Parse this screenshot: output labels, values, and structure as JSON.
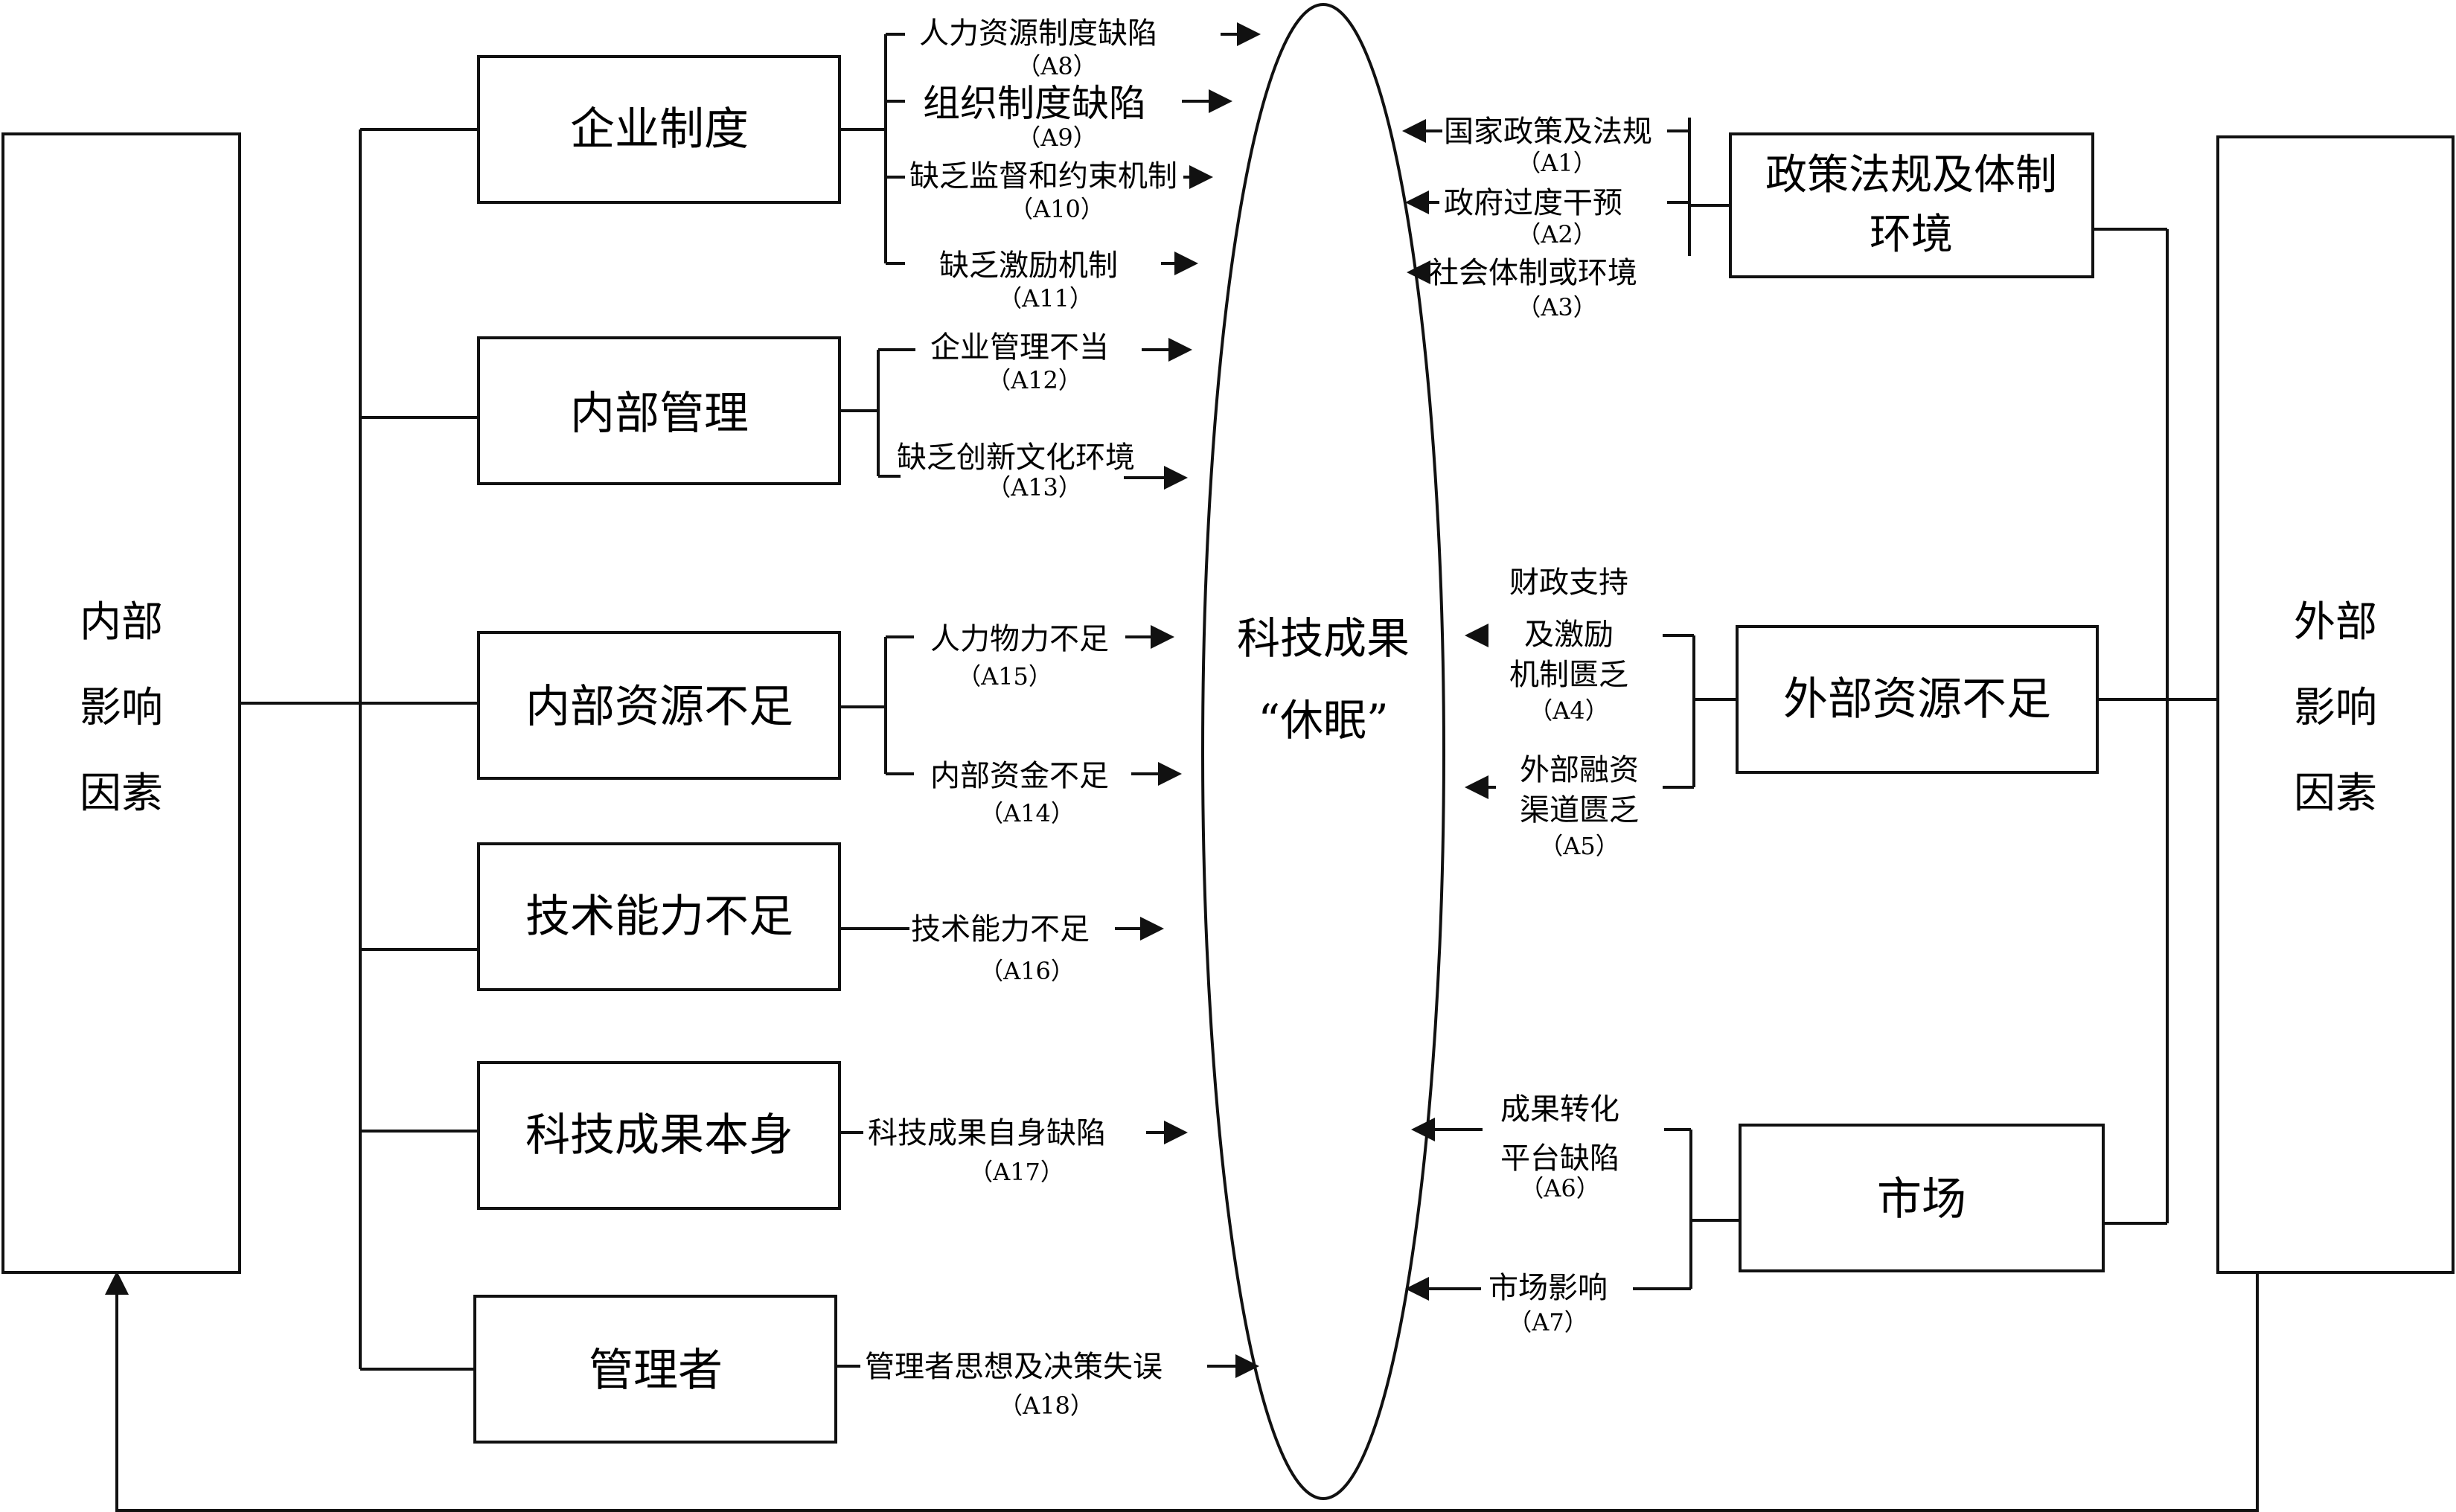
{
  "diagram": {
    "center": {
      "line1": "科技成果",
      "line2": "“休眠”"
    },
    "internal_root": {
      "lines": [
        "内部",
        "影响",
        "因素"
      ]
    },
    "external_root": {
      "lines": [
        "外部",
        "影响",
        "因素"
      ]
    },
    "internal_categories": [
      {
        "label": "企业制度",
        "factors": [
          {
            "text": "人力资源制度缺陷",
            "code": "（A8）"
          },
          {
            "text": "组织制度缺陷",
            "code": "（A9）"
          },
          {
            "text": "缺乏监督和约束机制",
            "code": "（A10）"
          },
          {
            "text": "缺乏激励机制",
            "code": "（A11）"
          }
        ]
      },
      {
        "label": "内部管理",
        "factors": [
          {
            "text": "企业管理不当",
            "code": "（A12）"
          },
          {
            "text": "缺乏创新文化环境",
            "code": "（A13）"
          }
        ]
      },
      {
        "label": "内部资源不足",
        "factors": [
          {
            "text": "人力物力不足",
            "code": "（A15）"
          },
          {
            "text": "内部资金不足",
            "code": "（A14）"
          }
        ]
      },
      {
        "label": "技术能力不足",
        "factors": [
          {
            "text": "技术能力不足",
            "code": "（A16）"
          }
        ]
      },
      {
        "label": "科技成果本身",
        "factors": [
          {
            "text": "科技成果自身缺陷",
            "code": "（A17）"
          }
        ]
      },
      {
        "label": "管理者",
        "factors": [
          {
            "text": "管理者思想及决策失误",
            "code": "（A18）"
          }
        ]
      }
    ],
    "external_categories": [
      {
        "label_lines": [
          "政策法规及体制",
          "环境"
        ],
        "factors": [
          {
            "lines": [
              "国家政策及法规"
            ],
            "code": "（A1）"
          },
          {
            "lines": [
              "政府过度干预"
            ],
            "code": "（A2）"
          },
          {
            "lines": [
              "社会体制或环境"
            ],
            "code": "（A3）"
          }
        ]
      },
      {
        "label_lines": [
          "外部资源不足"
        ],
        "factors": [
          {
            "lines": [
              "财政支持",
              "及激励",
              "机制匮乏"
            ],
            "code": "（A4）"
          },
          {
            "lines": [
              "外部融资",
              "渠道匮乏"
            ],
            "code": "（A5）"
          }
        ]
      },
      {
        "label_lines": [
          "市场"
        ],
        "factors": [
          {
            "lines": [
              "成果转化",
              "平台缺陷"
            ],
            "code": "（A6）"
          },
          {
            "lines": [
              "市场影响"
            ],
            "code": "（A7）"
          }
        ]
      }
    ]
  }
}
